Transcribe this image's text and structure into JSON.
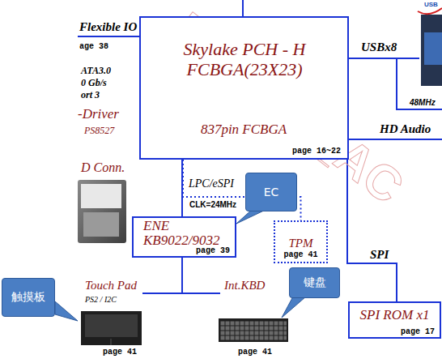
{
  "diagram": {
    "nodes": [
      {
        "text": [
          "Skylake PCH - H FCBGA(23X23)",
          "837pin FCBGA",
          "page 16~22"
        ]
      },
      {
        "text": [
          "EC"
        ]
      },
      {
        "text": [
          "ENE KB9022/9032",
          "page 39"
        ]
      },
      {
        "text": [
          "TPM",
          "page 41"
        ]
      },
      {
        "text": [
          "SPI ROM x1",
          "page 17"
        ]
      },
      {
        "text": [
          "触摸板"
        ]
      },
      {
        "text": [
          "键盘"
        ]
      }
    ],
    "edges": [
      {
        "from": 0,
        "to": 2,
        "arrow": "none",
        "label": "LPC/eSPI"
      },
      {
        "from": 0,
        "to": 3,
        "arrow": "none"
      },
      {
        "from": 0,
        "to": 4,
        "arrow": "none",
        "label": "SPI"
      }
    ],
    "labels": [
      "Flexible IO",
      "age 38",
      "ATA3.0",
      "0 Gb/s",
      "ort 3",
      "-Driver",
      "PS8527",
      "D Conn.",
      "USBx8",
      "48MHz",
      "HD Audio",
      "CLK=24MHz",
      "Touch Pad",
      "PS2 / I2C",
      "Int.KBD",
      "page 41",
      "page 41",
      "USB",
      "RI_CSD_AC"
    ]
  }
}
